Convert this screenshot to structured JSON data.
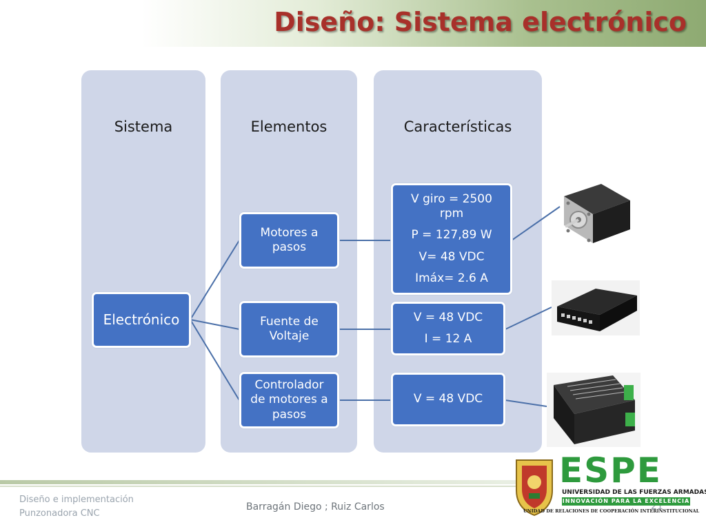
{
  "slide": {
    "title": "Diseño: Sistema electrónico"
  },
  "columns": [
    {
      "label": "Sistema"
    },
    {
      "label": "Elementos"
    },
    {
      "label": "Características"
    }
  ],
  "nodes": {
    "system": {
      "label": "Electrónico"
    },
    "elements": [
      {
        "lines": [
          "Motores a",
          "pasos"
        ]
      },
      {
        "lines": [
          "Fuente de",
          "Voltaje"
        ]
      },
      {
        "lines": [
          "Controlador",
          "de motores a",
          "pasos"
        ]
      }
    ],
    "characteristics": [
      {
        "lines": [
          "V giro = 2500",
          "rpm",
          "P = 127,89 W",
          "V= 48 VDC",
          "Imáx= 2.6 A"
        ]
      },
      {
        "lines": [
          "V = 48 VDC",
          "I = 12 A"
        ]
      },
      {
        "lines": [
          "V = 48 VDC"
        ]
      }
    ]
  },
  "footer": {
    "left_line1": "Diseño e implementación",
    "left_line2": "Punzonadora CNC",
    "authors": "Barragán Diego ; Ruiz Carlos",
    "page_number": "21"
  },
  "logo": {
    "brand": "ESPE",
    "line1": "UNIVERSIDAD DE LAS FUERZAS ARMADAS",
    "line2": "INNOVACIÓN PARA LA EXCELENCIA",
    "line3": "UNIDAD DE RELACIONES DE COOPERACIÓN INTERINSTITUCIONAL"
  },
  "colors": {
    "title": "#a8302a",
    "node_fill": "#4472c4",
    "column_fill": "#cfd6e8",
    "connector": "#4a6fa8",
    "logo_green": "#2e9a3d"
  }
}
